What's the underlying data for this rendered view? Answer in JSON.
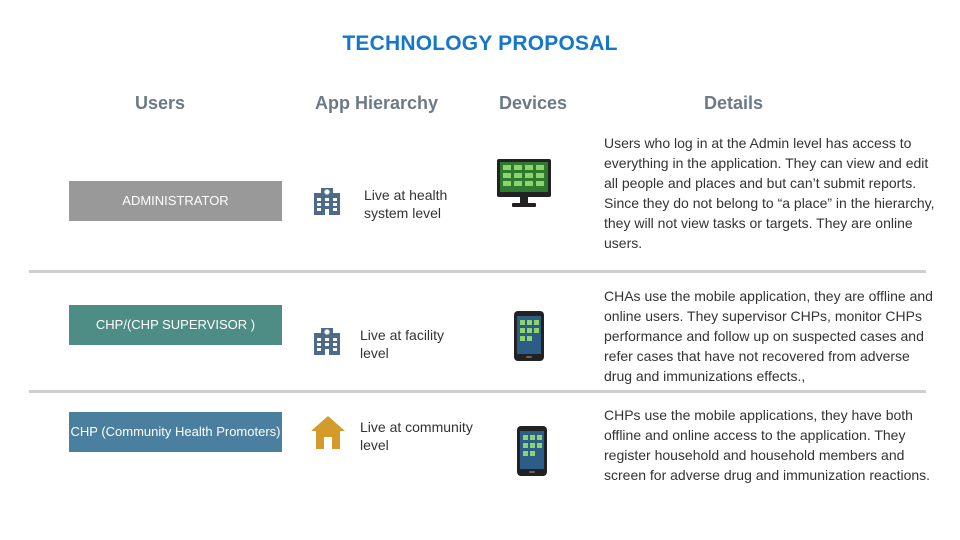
{
  "title": "TECHNOLOGY PROPOSAL",
  "columns": {
    "users": "Users",
    "hierarchy": "App Hierarchy",
    "devices": "Devices",
    "details": "Details"
  },
  "rows": [
    {
      "user": "ADMINISTRATOR",
      "user_color": "#999999",
      "hierarchy_icon": "hospital-building-icon",
      "hierarchy": "Live at health system level",
      "device_icon": "desktop-monitor-icon",
      "details": "Users who log in at the Admin level has access to everything in the application. They can view and edit all people and places and but can’t submit reports. Since they do not belong to “a place” in the hierarchy, they will not view tasks or targets. They are online users."
    },
    {
      "user": "CHP/(CHP SUPERVISOR )",
      "user_color": "#4e8c86",
      "hierarchy_icon": "hospital-building-icon",
      "hierarchy": "Live at facility level",
      "device_icon": "mobile-phone-icon",
      "details": "CHAs use the mobile application, they are offline and online users. They supervisor CHPs, monitor CHPs performance and follow up on suspected cases and refer cases that have not recovered from adverse drug and immunizations effects.,"
    },
    {
      "user": "CHP (Community Health Promoters)",
      "user_color": "#4a7fa0",
      "hierarchy_icon": "house-icon",
      "hierarchy": "Live at community level",
      "device_icon": "mobile-phone-icon",
      "details": "CHPs use the mobile applications, they have both offline and online access to the application. They register household and household members and screen for adverse drug and immunization reactions."
    }
  ]
}
